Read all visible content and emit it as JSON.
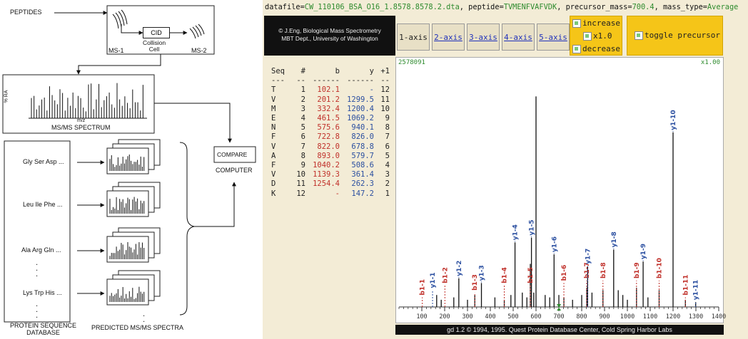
{
  "diagram": {
    "peptides": "PEPTIDES",
    "cid": "CID",
    "collision_cell": "Collision\nCell",
    "ms1": "MS-1",
    "ms2": "MS-2",
    "spectrum_axis_y": "% RA",
    "spectrum_axis_x": "m/z",
    "spectrum_caption": "MS/MS SPECTRUM",
    "compare_button": "COMPARE",
    "computer": "COMPUTER",
    "sequences": [
      "Gly Ser Asp ...",
      "Leu Ile Phe ...",
      "Ala Arg Gln ...",
      "Lys Trp His ..."
    ],
    "db_caption": "PROTEIN SEQUENCE\nDATABASE",
    "predicted_caption": "PREDICTED MS/MS SPECTRA"
  },
  "header": {
    "datafile_key": "datafile=",
    "datafile": "CW_110106_BSA_O16_1.8578.8578.2.dta",
    "peptide_key": ", peptide=",
    "peptide": "TVMENFVAFVDK",
    "precursor_key": ", precursor_mass=",
    "precursor_mass": "700.4",
    "masstype_key": ", mass_type=",
    "mass_type": "Average"
  },
  "credit": {
    "line1": "© J.Eng, Biological Mass Spectrometry",
    "line2": "MBT Dept., University of Washington"
  },
  "axis_buttons": [
    "1-axis",
    "2-axis",
    "3-axis",
    "4-axis",
    "5-axis"
  ],
  "controls": {
    "increase": "increase",
    "reset": "x1.0",
    "decrease": "decrease",
    "toggle": "toggle precursor"
  },
  "ion_table": {
    "headers": [
      "Seq",
      "#",
      "b",
      "y",
      "+1"
    ],
    "separator": [
      "---",
      "--",
      "------",
      "------",
      "--"
    ],
    "rows": [
      [
        "T",
        "1",
        "102.1",
        "-",
        "12"
      ],
      [
        "V",
        "2",
        "201.2",
        "1299.5",
        "11"
      ],
      [
        "M",
        "3",
        "332.4",
        "1200.4",
        "10"
      ],
      [
        "E",
        "4",
        "461.5",
        "1069.2",
        "9"
      ],
      [
        "N",
        "5",
        "575.6",
        "940.1",
        "8"
      ],
      [
        "F",
        "6",
        "722.8",
        "826.0",
        "7"
      ],
      [
        "V",
        "7",
        "822.0",
        "678.8",
        "6"
      ],
      [
        "A",
        "8",
        "893.0",
        "579.7",
        "5"
      ],
      [
        "F",
        "9",
        "1040.2",
        "508.6",
        "4"
      ],
      [
        "V",
        "10",
        "1139.3",
        "361.4",
        "3"
      ],
      [
        "D",
        "11",
        "1254.4",
        "262.3",
        "2"
      ],
      [
        "K",
        "12",
        "-",
        "147.2",
        "1"
      ]
    ]
  },
  "plot": {
    "top_count": "2578091",
    "zoom": "x1.00",
    "footer": "gd 1.2 © 1994, 1995. Quest Protein Database Center, Cold Spring Harbor Labs"
  },
  "chart_data": {
    "type": "bar",
    "xlim": [
      0,
      1400
    ],
    "ylim": [
      0,
      100
    ],
    "x_ticks": [
      100,
      200,
      300,
      400,
      500,
      600,
      700,
      800,
      900,
      1000,
      1100,
      1200,
      1300,
      1400
    ],
    "peaks": [
      {
        "x": 165,
        "y": 5
      },
      {
        "x": 185,
        "y": 3
      },
      {
        "x": 240,
        "y": 4
      },
      {
        "x": 262,
        "y": 12,
        "label": "y1-2",
        "ion": "y"
      },
      {
        "x": 300,
        "y": 3
      },
      {
        "x": 332,
        "y": 5
      },
      {
        "x": 361,
        "y": 10,
        "label": "y1-3",
        "ion": "y"
      },
      {
        "x": 420,
        "y": 4
      },
      {
        "x": 461,
        "y": 3
      },
      {
        "x": 490,
        "y": 5
      },
      {
        "x": 508,
        "y": 27,
        "label": "y1-4",
        "ion": "y"
      },
      {
        "x": 540,
        "y": 6
      },
      {
        "x": 560,
        "y": 4
      },
      {
        "x": 575,
        "y": 18
      },
      {
        "x": 580,
        "y": 29,
        "label": "y1-5",
        "ion": "y"
      },
      {
        "x": 590,
        "y": 6
      },
      {
        "x": 600,
        "y": 88
      },
      {
        "x": 640,
        "y": 5
      },
      {
        "x": 660,
        "y": 4
      },
      {
        "x": 679,
        "y": 22,
        "label": "y1-6",
        "ion": "y"
      },
      {
        "x": 700,
        "y": 5
      },
      {
        "x": 722,
        "y": 4
      },
      {
        "x": 760,
        "y": 3
      },
      {
        "x": 800,
        "y": 5
      },
      {
        "x": 822,
        "y": 8
      },
      {
        "x": 826,
        "y": 17
      },
      {
        "x": 845,
        "y": 6
      },
      {
        "x": 893,
        "y": 7
      },
      {
        "x": 940,
        "y": 24,
        "label": "y1-8",
        "ion": "y"
      },
      {
        "x": 960,
        "y": 7
      },
      {
        "x": 980,
        "y": 5
      },
      {
        "x": 1000,
        "y": 3
      },
      {
        "x": 1040,
        "y": 8
      },
      {
        "x": 1069,
        "y": 19,
        "label": "y1-9",
        "ion": "y"
      },
      {
        "x": 1090,
        "y": 4
      },
      {
        "x": 1139,
        "y": 7
      },
      {
        "x": 1200,
        "y": 73,
        "label": "y1-10",
        "ion": "y"
      },
      {
        "x": 1254,
        "y": 3
      },
      {
        "x": 1299,
        "y": 2
      }
    ],
    "floating_labels": [
      {
        "x": 102,
        "label": "b1-1",
        "ion": "b",
        "y": 4
      },
      {
        "x": 147,
        "label": "y1-1",
        "ion": "y",
        "y": 7
      },
      {
        "x": 201,
        "label": "b1-2",
        "ion": "b",
        "y": 9
      },
      {
        "x": 332,
        "label": "b1-3",
        "ion": "b",
        "y": 6
      },
      {
        "x": 461,
        "label": "b1-4",
        "ion": "b",
        "y": 9
      },
      {
        "x": 575,
        "label": "b1-5",
        "ion": "b",
        "y": 9
      },
      {
        "x": 722,
        "label": "b1-6",
        "ion": "b",
        "y": 10
      },
      {
        "x": 822,
        "label": "b1-7",
        "ion": "b",
        "y": 11
      },
      {
        "x": 826,
        "label": "y1-7",
        "ion": "y",
        "y": 17
      },
      {
        "x": 893,
        "label": "b1-8",
        "ion": "b",
        "y": 11
      },
      {
        "x": 1040,
        "label": "b1-9",
        "ion": "b",
        "y": 11
      },
      {
        "x": 1139,
        "label": "b1-10",
        "ion": "b",
        "y": 11
      },
      {
        "x": 1254,
        "label": "b1-11",
        "ion": "b",
        "y": 4
      },
      {
        "x": 1299,
        "label": "y1-11",
        "ion": "y",
        "y": 2
      }
    ],
    "colors": {
      "b": "#c0302a",
      "y": "#2b4fa0",
      "peak": "#111111",
      "precursor": "#2e8b2e"
    }
  }
}
